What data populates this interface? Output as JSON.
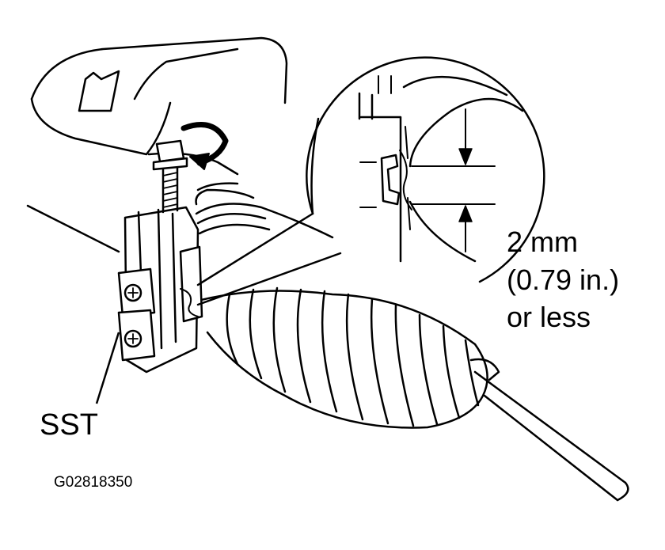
{
  "measurement": {
    "line1": "2 mm",
    "line2": "(0.79 in.)",
    "line3": "or less"
  },
  "tool_label": "SST",
  "figure_id": "G02818350",
  "colors": {
    "ink": "#000000",
    "paper": "#ffffff"
  },
  "icons": [
    "rotation-arrow-icon",
    "dimension-arrow-icon"
  ]
}
